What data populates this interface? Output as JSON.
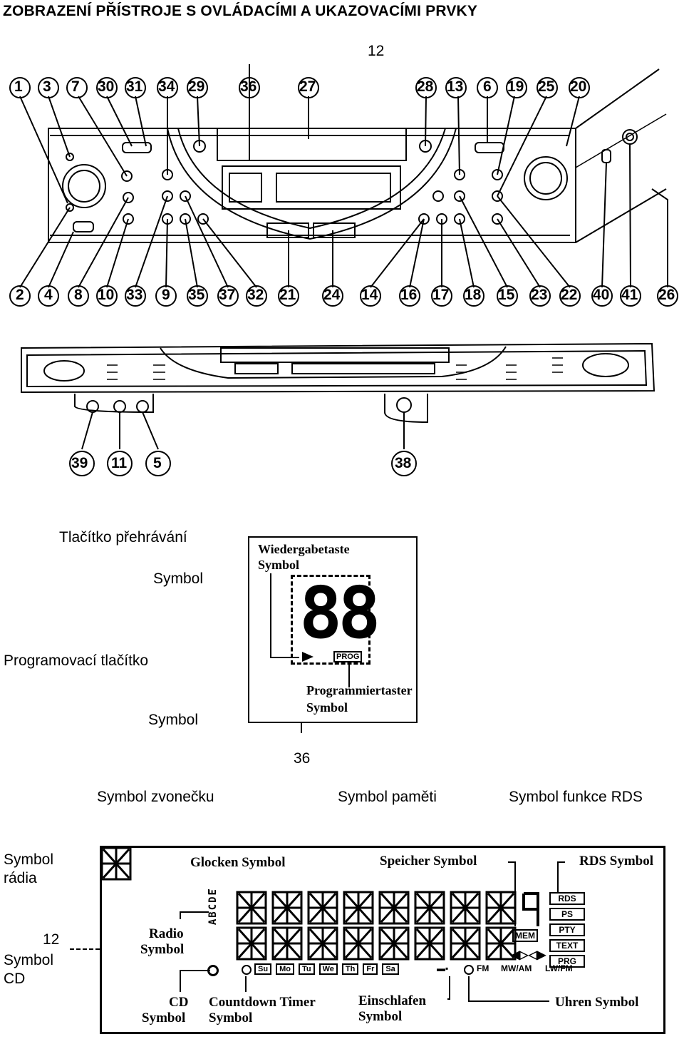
{
  "page": {
    "title": "ZOBRAZENÍ PŘÍSTROJE  S OVLÁDACÍMI A UKAZOVACÍMI PRVKY",
    "label_12_top": "12",
    "top_callouts": [
      "1",
      "3",
      "7",
      "30",
      "31",
      "34",
      "29",
      "36",
      "27",
      "28",
      "13",
      "6",
      "19",
      "25",
      "20"
    ],
    "bottom_callouts": [
      "2",
      "4",
      "8",
      "10",
      "33",
      "9",
      "35",
      "37",
      "32",
      "21",
      "24",
      "14",
      "16",
      "17",
      "18",
      "15",
      "23",
      "22",
      "40",
      "41",
      "26"
    ],
    "underside_callouts": [
      "39",
      "11",
      "5",
      "38"
    ],
    "play_button": "Tlačítko přehrávání",
    "symbol_1": "Symbol",
    "program_button": "Programovací tlačítko",
    "symbol_2": "Symbol",
    "label_36": "36",
    "bell_symbol": "Symbol zvonečku",
    "memory_symbol": "Symbol paměti",
    "rds_function_symbol": "Symbol funkce RDS",
    "radio_symbol": "Symbol rádia",
    "label_12_cd": "12",
    "cd_symbol": "Symbol CD"
  },
  "small_display": {
    "label_top_line1": "Wiedergabetaste",
    "label_top_line2": "Symbol",
    "digits": "88",
    "prog": "PROG",
    "label_bottom_line1": "Programmiertaster",
    "label_bottom_line2": "Symbol"
  },
  "main_display": {
    "glocken": "Glocken Symbol",
    "speicher": "Speicher Symbol",
    "rds_symbol": "RDS Symbol",
    "radio_line1": "Radio",
    "radio_line2": "Symbol",
    "cd_line1": "CD",
    "cd_line2": "Symbol",
    "countdown_line1": "Countdown Timer",
    "countdown_line2": "Symbol",
    "einschlafen_line1": "Einschlafen",
    "einschlafen_line2": "Symbol",
    "uhren": "Uhren Symbol",
    "side_letters": "ABCDE",
    "mem": "MEM",
    "days": [
      "Su",
      "Mo",
      "Tu",
      "We",
      "Th",
      "Fr",
      "Sa"
    ],
    "fm": "FM",
    "mwam": "MW/AM",
    "lwfm": "LW/FM",
    "rds_badges": [
      "RDS",
      "PS",
      "PTY",
      "TEXT",
      "PRG"
    ]
  }
}
